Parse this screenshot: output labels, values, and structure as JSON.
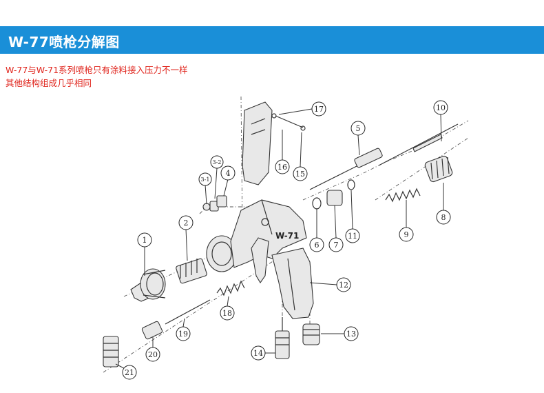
{
  "header": {
    "title": "W-77喷枪分解图",
    "bg_color": "#1a8fd8"
  },
  "notes": {
    "line1": "W-77与W-71系列喷枪只有涂料接入压力不一样",
    "line2": "其他结构组成几乎相同",
    "color": "#e0261e"
  },
  "diagram": {
    "body_label": "W-71",
    "callouts": [
      {
        "id": "c1",
        "label": "1"
      },
      {
        "id": "c2",
        "label": "2"
      },
      {
        "id": "c3-1",
        "label": "3-1"
      },
      {
        "id": "c3-2",
        "label": "3-2"
      },
      {
        "id": "c4",
        "label": "4"
      },
      {
        "id": "c5",
        "label": "5"
      },
      {
        "id": "c6",
        "label": "6"
      },
      {
        "id": "c7",
        "label": "7"
      },
      {
        "id": "c8",
        "label": "8"
      },
      {
        "id": "c9",
        "label": "9"
      },
      {
        "id": "c10",
        "label": "10"
      },
      {
        "id": "c11",
        "label": "11"
      },
      {
        "id": "c12",
        "label": "12"
      },
      {
        "id": "c13",
        "label": "13"
      },
      {
        "id": "c14",
        "label": "14"
      },
      {
        "id": "c15",
        "label": "15"
      },
      {
        "id": "c16",
        "label": "16"
      },
      {
        "id": "c17",
        "label": "17"
      },
      {
        "id": "c18",
        "label": "18"
      },
      {
        "id": "c19",
        "label": "19"
      },
      {
        "id": "c20",
        "label": "20"
      },
      {
        "id": "c21",
        "label": "21"
      }
    ]
  }
}
